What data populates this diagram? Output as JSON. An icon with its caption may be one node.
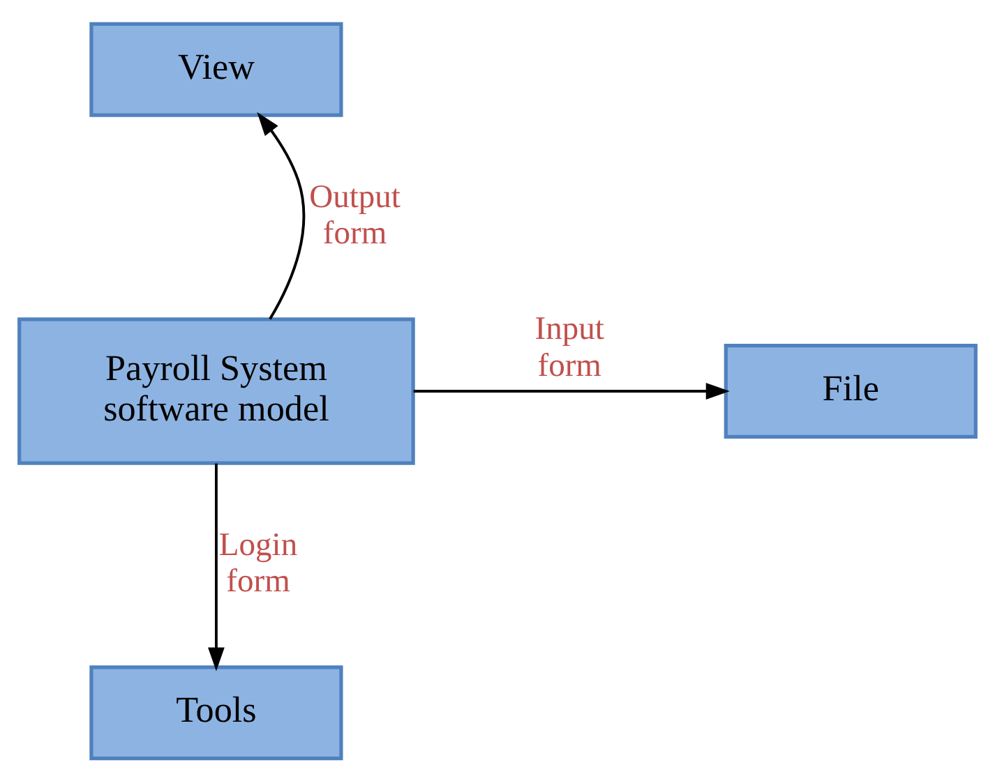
{
  "diagram": {
    "nodes": [
      {
        "text": [
          "View"
        ]
      },
      {
        "text": [
          "Payroll System software model"
        ]
      },
      {
        "text": [
          "File"
        ]
      },
      {
        "text": [
          "Tools"
        ]
      }
    ],
    "edges": [
      {
        "from": 1,
        "to": 0,
        "arrow": "to",
        "label": "Output form"
      },
      {
        "from": 1,
        "to": 2,
        "arrow": "to",
        "label": "Input form"
      },
      {
        "from": 1,
        "to": 3,
        "arrow": "to",
        "label": "Login form"
      }
    ]
  }
}
